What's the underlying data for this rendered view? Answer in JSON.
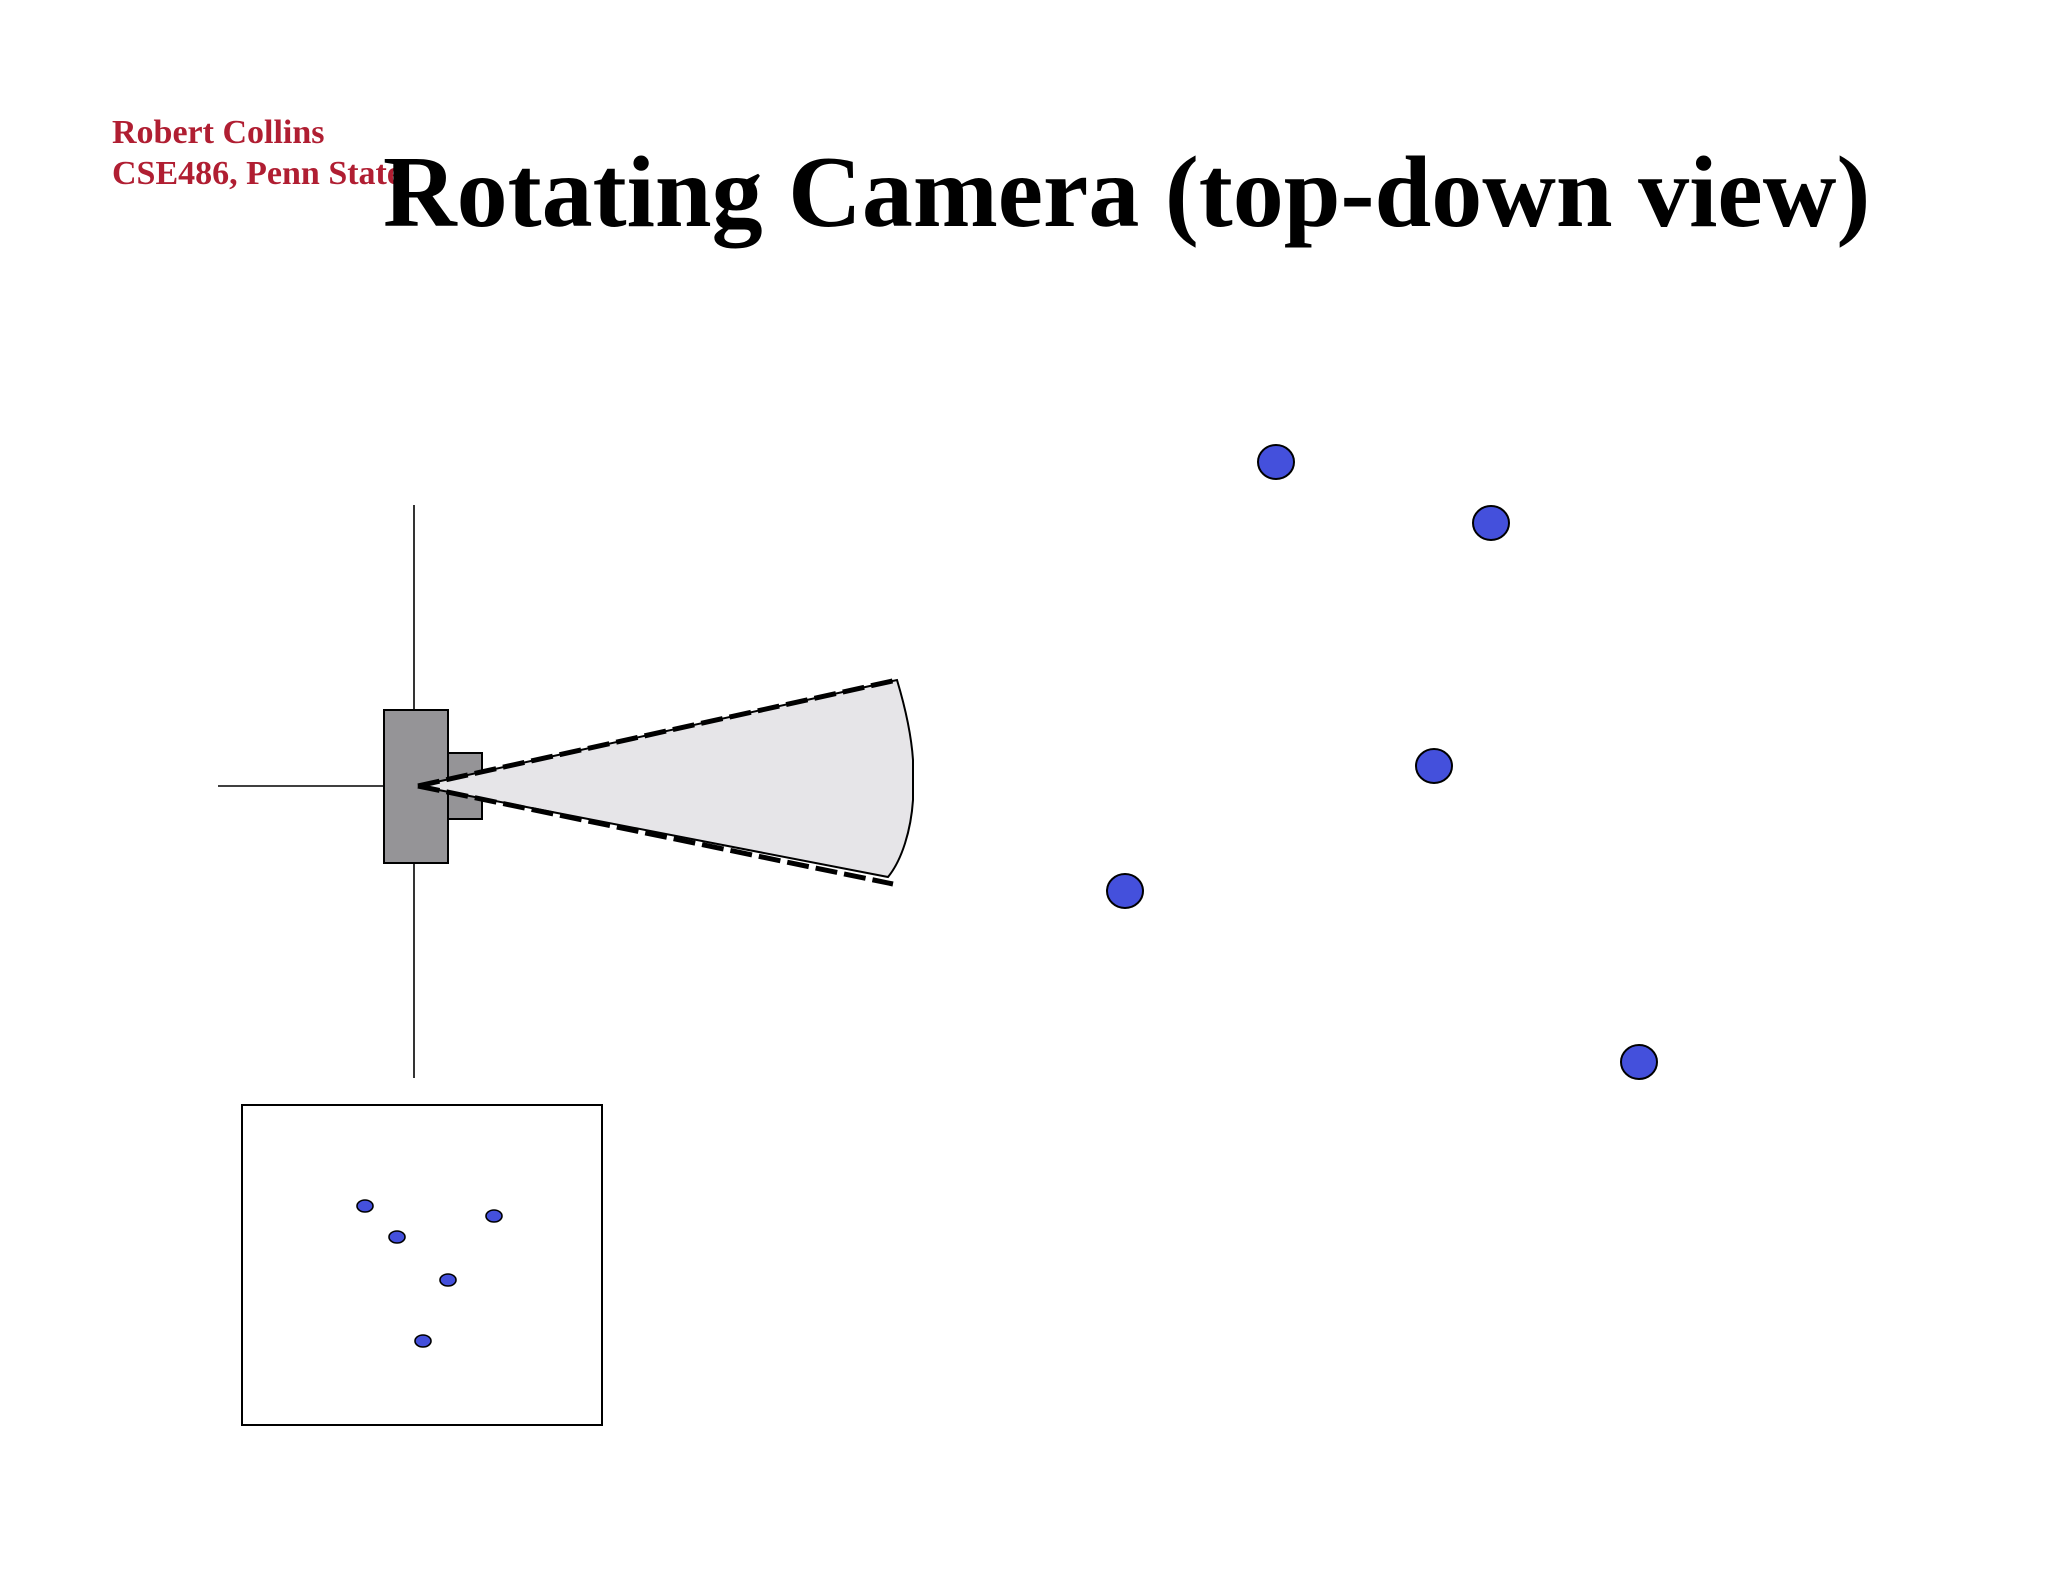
{
  "header": {
    "author": "Robert Collins",
    "course": "CSE486, Penn State"
  },
  "slide": {
    "title": "Rotating Camera (top-down view)"
  },
  "colors": {
    "author_text": "#b01e32",
    "title_text": "#000000",
    "scene_point_fill": "#4450dc",
    "camera_body": "#959497",
    "view_cone_fill": "#e6e5e8",
    "background": "#ffffff"
  },
  "diagram": {
    "scene_points_count": 5,
    "image_points_count": 5
  }
}
